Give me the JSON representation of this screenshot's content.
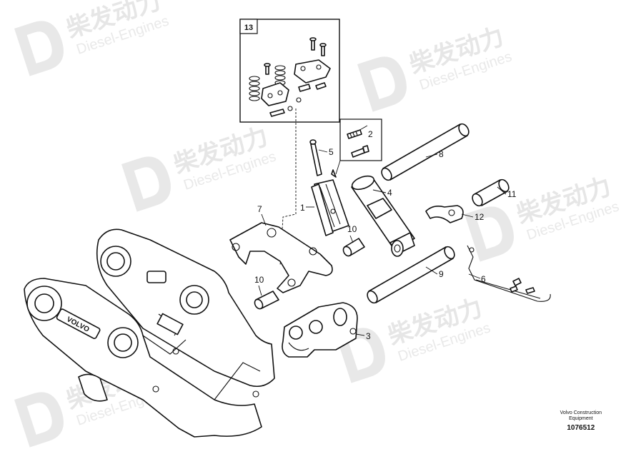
{
  "watermark": {
    "brand_cn": "柴发动力",
    "brand_en": "Diesel-Engines"
  },
  "housing": {
    "logo_text": "VOLVO"
  },
  "callouts": {
    "c1": "1",
    "c2": "2",
    "c3": "3",
    "c4": "4",
    "c5": "5",
    "c6": "6",
    "c7": "7",
    "c8": "8",
    "c9": "9",
    "c10a": "10",
    "c10b": "10",
    "c11": "11",
    "c12": "12"
  },
  "detail_box": {
    "label": "13"
  },
  "footer": {
    "company_line1": "Volvo Construction",
    "company_line2": "Equipment",
    "drawing_id": "1076512"
  }
}
